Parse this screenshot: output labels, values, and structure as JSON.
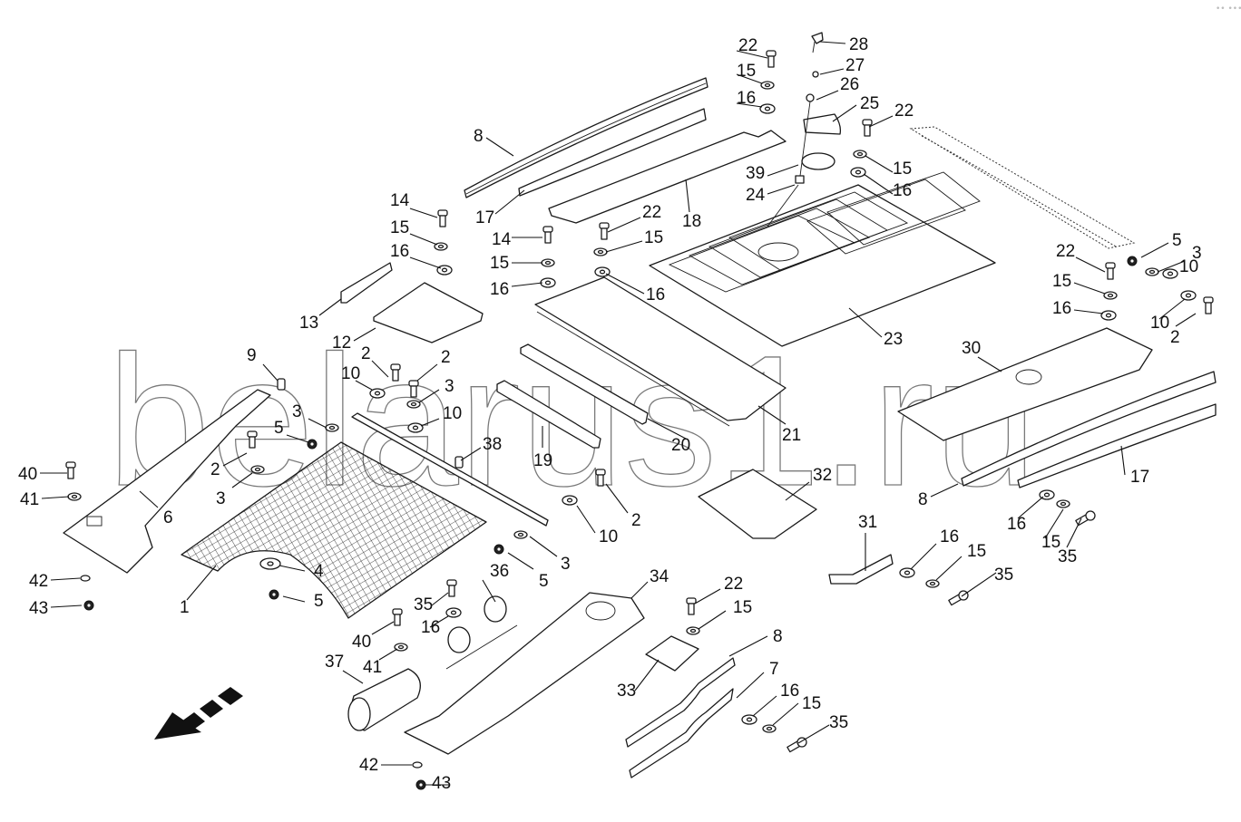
{
  "diagram": {
    "type": "exploded-parts-view",
    "watermark": "belarus1.ru",
    "corner_mark": "•• •••",
    "direction_arrow": "front-direction-arrow",
    "callouts": [
      {
        "id": "c-1",
        "label": "1",
        "part": "floor-grating-mat"
      },
      {
        "id": "c-2a",
        "label": "2",
        "part": "bolt"
      },
      {
        "id": "c-2b",
        "label": "2",
        "part": "bolt"
      },
      {
        "id": "c-2c",
        "label": "2",
        "part": "bolt"
      },
      {
        "id": "c-2d",
        "label": "2",
        "part": "bolt"
      },
      {
        "id": "c-2e",
        "label": "2",
        "part": "bolt"
      },
      {
        "id": "c-3a",
        "label": "3",
        "part": "washer"
      },
      {
        "id": "c-3b",
        "label": "3",
        "part": "washer"
      },
      {
        "id": "c-3c",
        "label": "3",
        "part": "washer"
      },
      {
        "id": "c-3d",
        "label": "3",
        "part": "washer"
      },
      {
        "id": "c-3e",
        "label": "3",
        "part": "washer"
      },
      {
        "id": "c-4",
        "label": "4",
        "part": "large-washer"
      },
      {
        "id": "c-5a",
        "label": "5",
        "part": "nut"
      },
      {
        "id": "c-5b",
        "label": "5",
        "part": "nut"
      },
      {
        "id": "c-5c",
        "label": "5",
        "part": "nut"
      },
      {
        "id": "c-5d",
        "label": "5",
        "part": "nut"
      },
      {
        "id": "c-6",
        "label": "6",
        "part": "left-step-bracket"
      },
      {
        "id": "c-7",
        "label": "7",
        "part": "lower-seal-strip"
      },
      {
        "id": "c-8a",
        "label": "8",
        "part": "rubber-seal-profile"
      },
      {
        "id": "c-8b",
        "label": "8",
        "part": "rubber-seal-profile"
      },
      {
        "id": "c-8c",
        "label": "8",
        "part": "rubber-seal-profile"
      },
      {
        "id": "c-9",
        "label": "9",
        "part": "stud"
      },
      {
        "id": "c-10a",
        "label": "10",
        "part": "spacer-washer"
      },
      {
        "id": "c-10b",
        "label": "10",
        "part": "spacer-washer"
      },
      {
        "id": "c-10c",
        "label": "10",
        "part": "spacer-washer"
      },
      {
        "id": "c-10d",
        "label": "10",
        "part": "spacer-washer"
      },
      {
        "id": "c-10e",
        "label": "10",
        "part": "spacer-washer"
      },
      {
        "id": "c-12",
        "label": "12",
        "part": "cover-plate"
      },
      {
        "id": "c-13",
        "label": "13",
        "part": "angle-bracket"
      },
      {
        "id": "c-14a",
        "label": "14",
        "part": "screw"
      },
      {
        "id": "c-14b",
        "label": "14",
        "part": "screw"
      },
      {
        "id": "c-15a",
        "label": "15",
        "part": "spring-washer"
      },
      {
        "id": "c-15b",
        "label": "15",
        "part": "spring-washer"
      },
      {
        "id": "c-15c",
        "label": "15",
        "part": "spring-washer"
      },
      {
        "id": "c-15d",
        "label": "15",
        "part": "spring-washer"
      },
      {
        "id": "c-15e",
        "label": "15",
        "part": "spring-washer"
      },
      {
        "id": "c-15f",
        "label": "15",
        "part": "spring-washer"
      },
      {
        "id": "c-15g",
        "label": "15",
        "part": "spring-washer"
      },
      {
        "id": "c-15h",
        "label": "15",
        "part": "spring-washer"
      },
      {
        "id": "c-15i",
        "label": "15",
        "part": "spring-washer"
      },
      {
        "id": "c-15j",
        "label": "15",
        "part": "spring-washer"
      },
      {
        "id": "c-16a",
        "label": "16",
        "part": "flat-washer"
      },
      {
        "id": "c-16b",
        "label": "16",
        "part": "flat-washer"
      },
      {
        "id": "c-16c",
        "label": "16",
        "part": "flat-washer"
      },
      {
        "id": "c-16d",
        "label": "16",
        "part": "flat-washer"
      },
      {
        "id": "c-16e",
        "label": "16",
        "part": "flat-washer"
      },
      {
        "id": "c-16f",
        "label": "16",
        "part": "flat-washer"
      },
      {
        "id": "c-16g",
        "label": "16",
        "part": "flat-washer"
      },
      {
        "id": "c-16h",
        "label": "16",
        "part": "flat-washer"
      },
      {
        "id": "c-16i",
        "label": "16",
        "part": "flat-washer"
      },
      {
        "id": "c-16j",
        "label": "16",
        "part": "flat-washer"
      },
      {
        "id": "c-17a",
        "label": "17",
        "part": "seal-strip"
      },
      {
        "id": "c-17b",
        "label": "17",
        "part": "seal-strip"
      },
      {
        "id": "c-18",
        "label": "18",
        "part": "rear-panel"
      },
      {
        "id": "c-19",
        "label": "19",
        "part": "seat-rail-left"
      },
      {
        "id": "c-20",
        "label": "20",
        "part": "seat-rail-right"
      },
      {
        "id": "c-21",
        "label": "21",
        "part": "center-floor-panel"
      },
      {
        "id": "c-22a",
        "label": "22",
        "part": "bolt-short"
      },
      {
        "id": "c-22b",
        "label": "22",
        "part": "bolt-short"
      },
      {
        "id": "c-22c",
        "label": "22",
        "part": "bolt-short"
      },
      {
        "id": "c-22d",
        "label": "22",
        "part": "bolt-short"
      },
      {
        "id": "c-22e",
        "label": "22",
        "part": "bolt-short"
      },
      {
        "id": "c-23",
        "label": "23",
        "part": "ribbed-floor-panel"
      },
      {
        "id": "c-24",
        "label": "24",
        "part": "clip"
      },
      {
        "id": "c-25",
        "label": "25",
        "part": "hatch-cover"
      },
      {
        "id": "c-26",
        "label": "26",
        "part": "bushing"
      },
      {
        "id": "c-27",
        "label": "27",
        "part": "small-washer"
      },
      {
        "id": "c-28",
        "label": "28",
        "part": "knob-screw"
      },
      {
        "id": "c-30",
        "label": "30",
        "part": "right-floor-panel"
      },
      {
        "id": "c-31",
        "label": "31",
        "part": "bent-bracket"
      },
      {
        "id": "c-32",
        "label": "32",
        "part": "side-cover"
      },
      {
        "id": "c-33",
        "label": "33",
        "part": "inspection-plate"
      },
      {
        "id": "c-34",
        "label": "34",
        "part": "extinguisher-mount-frame"
      },
      {
        "id": "c-35a",
        "label": "35",
        "part": "hex-bolt"
      },
      {
        "id": "c-35b",
        "label": "35",
        "part": "hex-bolt"
      },
      {
        "id": "c-35c",
        "label": "35",
        "part": "hex-bolt"
      },
      {
        "id": "c-35d",
        "label": "35",
        "part": "hex-bolt"
      },
      {
        "id": "c-36",
        "label": "36",
        "part": "extinguisher-bracket"
      },
      {
        "id": "c-37",
        "label": "37",
        "part": "fire-extinguisher"
      },
      {
        "id": "c-38",
        "label": "38",
        "part": "pin"
      },
      {
        "id": "c-39",
        "label": "39",
        "part": "gasket-ring"
      },
      {
        "id": "c-40a",
        "label": "40",
        "part": "screw"
      },
      {
        "id": "c-40b",
        "label": "40",
        "part": "screw"
      },
      {
        "id": "c-41a",
        "label": "41",
        "part": "washer"
      },
      {
        "id": "c-41b",
        "label": "41",
        "part": "washer"
      },
      {
        "id": "c-42a",
        "label": "42",
        "part": "washer"
      },
      {
        "id": "c-42b",
        "label": "42",
        "part": "washer"
      },
      {
        "id": "c-43a",
        "label": "43",
        "part": "nut"
      },
      {
        "id": "c-43b",
        "label": "43",
        "part": "nut"
      }
    ]
  }
}
